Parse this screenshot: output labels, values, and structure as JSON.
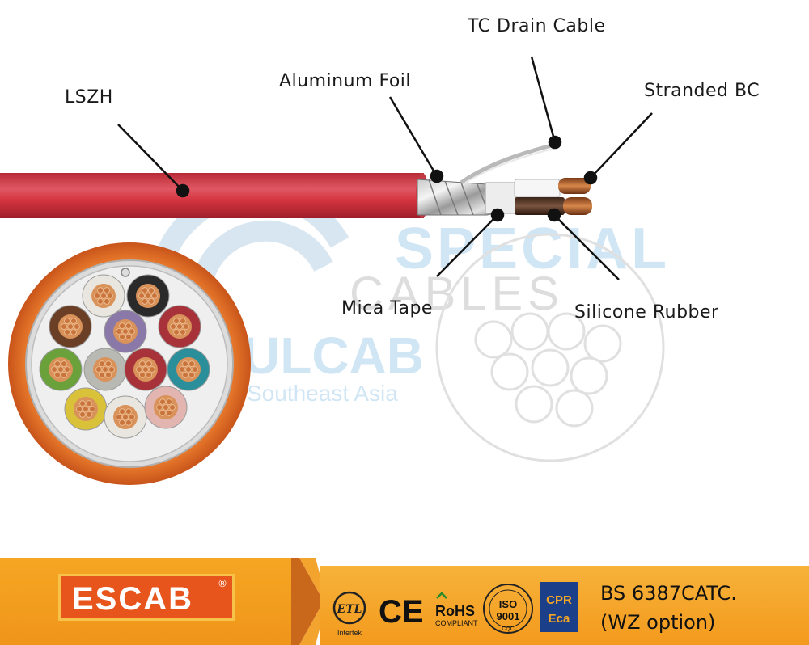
{
  "callouts": {
    "tc_drain": "TC Drain Cable",
    "aluminum_foil": "Aluminum Foil",
    "lszh": "LSZH",
    "stranded_bc": "Stranded BC",
    "mica_tape": "Mica Tape",
    "silicone_rubber": "Silicone Rubber"
  },
  "watermark": {
    "special": "SPECIAL",
    "cables": "CABLES",
    "ulcab": "ULCAB",
    "southeast": "Southeast Asia"
  },
  "footer": {
    "brand": "ESCAB",
    "brand_mark": "®",
    "standard_line1": "BS 6387CATC.",
    "standard_line2": "(WZ option)",
    "cert_marks": {
      "etl": "ETL",
      "intertek": "Intertek",
      "ce": "CE",
      "rohs": "RoHS",
      "rohs_sub": "COMPLIANT",
      "iso": "ISO",
      "iso_num": "9001",
      "cqc": "CQC",
      "cpr": "CPR",
      "eca": "Eca"
    }
  },
  "colors": {
    "jacket": "#d4343f",
    "sheath_cross_section": "#e8651e",
    "footer_orange": "#f5a623",
    "logo_red": "#e8551c",
    "cpr_blue": "#1c3f8a"
  },
  "core_colors": [
    "white",
    "black",
    "brown",
    "purple",
    "red",
    "green",
    "grey",
    "red",
    "teal",
    "yellow",
    "white",
    "pink"
  ]
}
